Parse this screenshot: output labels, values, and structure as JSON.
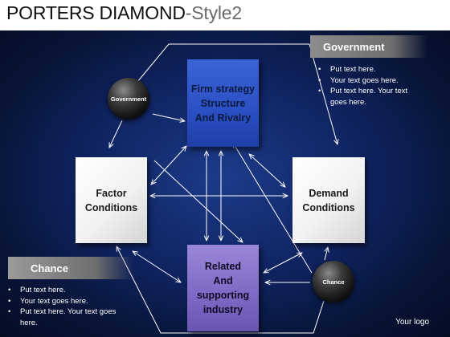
{
  "title": {
    "main": "PORTERS DIAMOND",
    "suffix": "-Style2"
  },
  "nodes": {
    "firm": "Firm strategy\nStructure\nAnd Rivalry",
    "factor": "Factor\nConditions",
    "demand": "Demand\nConditions",
    "related": "Related\nAnd\nsupporting\nindustry"
  },
  "spheres": {
    "government": "Government",
    "chance": "Chance"
  },
  "panels": {
    "government": {
      "heading": "Government",
      "bullets": [
        "Put text here.",
        "Your text goes here.",
        "Put text here. Your text goes here."
      ]
    },
    "chance": {
      "heading": "Chance",
      "bullets": [
        "Put text here.",
        "Your text goes here.",
        "Put text here. Your text goes here."
      ]
    }
  },
  "logo": "Your logo",
  "colors": {
    "background": "#0f2360",
    "firm_box": "#2a4fc2",
    "related_box": "#7d68c4",
    "condition_box": "#f2f2f2",
    "arrow": "#ffffff"
  }
}
